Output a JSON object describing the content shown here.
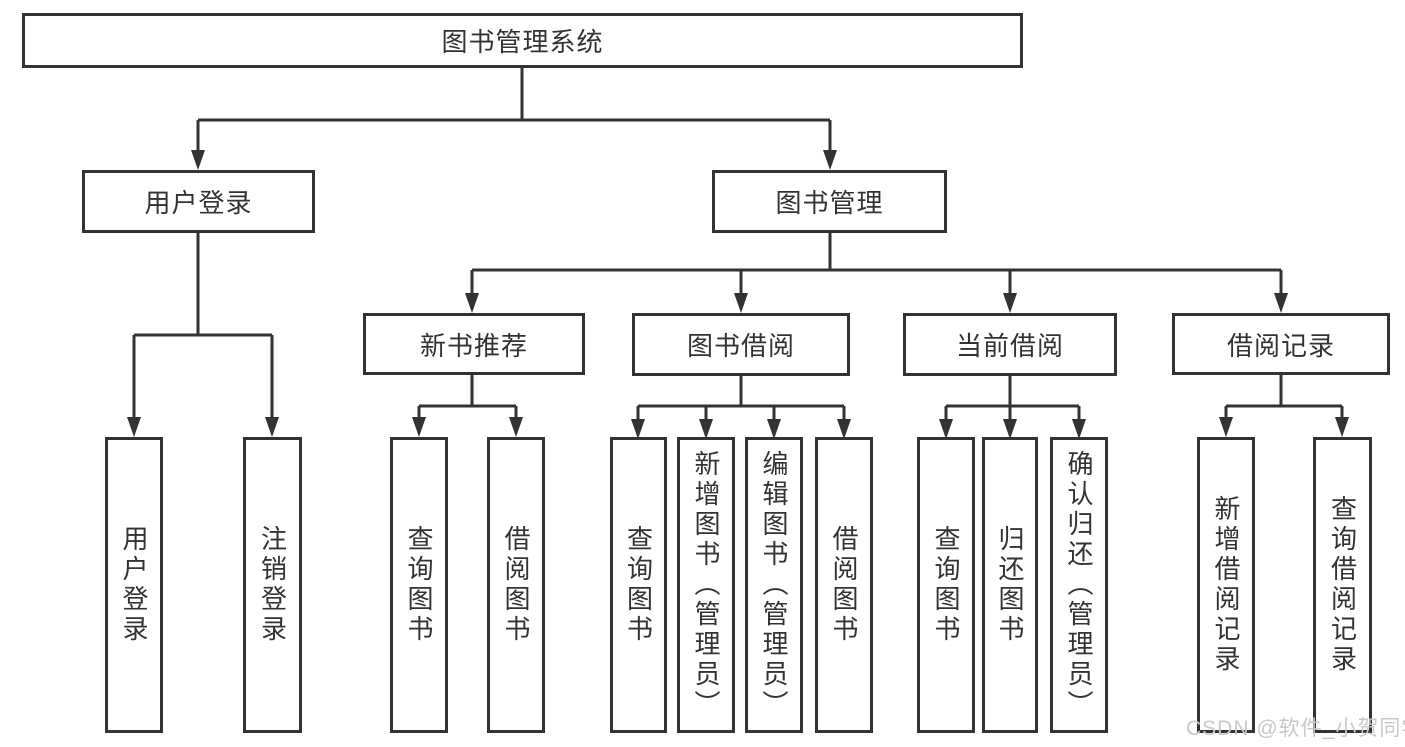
{
  "tree": {
    "label": "图书管理系统",
    "children": [
      {
        "label": "用户登录",
        "children": [
          {
            "label": "用户登录"
          },
          {
            "label": "注销登录"
          }
        ]
      },
      {
        "label": "图书管理",
        "children": [
          {
            "label": "新书推荐",
            "children": [
              {
                "label": "查询图书"
              },
              {
                "label": "借阅图书"
              }
            ]
          },
          {
            "label": "图书借阅",
            "children": [
              {
                "label": "查询图书"
              },
              {
                "label": "新增图书（管理员）"
              },
              {
                "label": "编辑图书（管理员）"
              },
              {
                "label": "借阅图书"
              }
            ]
          },
          {
            "label": "当前借阅",
            "children": [
              {
                "label": "查询图书"
              },
              {
                "label": "归还图书"
              },
              {
                "label": "确认归还（管理员）"
              }
            ]
          },
          {
            "label": "借阅记录",
            "children": [
              {
                "label": "新增借阅记录"
              },
              {
                "label": "查询借阅记录"
              }
            ]
          }
        ]
      }
    ]
  },
  "watermark": "CSDN @软件_小贺同学",
  "colors": {
    "line": "#333333",
    "text": "#333333",
    "background": "#ffffff",
    "watermark": "#c9c9c9"
  }
}
